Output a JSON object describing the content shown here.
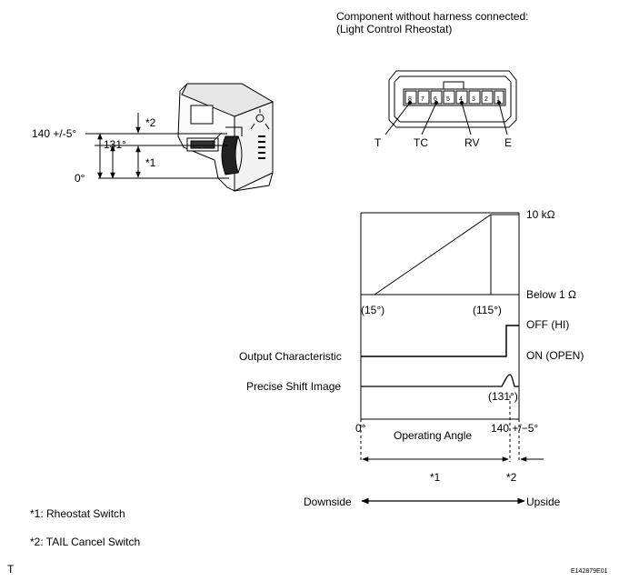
{
  "component": {
    "header_line1": "Component without harness connected:",
    "header_line2": "(Light Control Rheostat)",
    "pins": [
      "8",
      "7",
      "6",
      "5",
      "4",
      "3",
      "2",
      "1"
    ],
    "terminals": [
      "T",
      "TC",
      "RV",
      "E"
    ]
  },
  "switch_view": {
    "angle_max": "140 +/-5°",
    "angle_mid": "131°",
    "angle_zero": "0°",
    "mark1": "*1",
    "mark2": "*2"
  },
  "graph": {
    "y_top": "10 kΩ",
    "y_bottom": "Below 1 Ω",
    "pt_start": "(15°)",
    "pt_end": "(115°)",
    "state_off": "OFF (HI)",
    "state_on": "ON (OPEN)",
    "row_output": "Output Characteristic",
    "row_shift": "Precise Shift Image",
    "pt_shift": "(131°)",
    "axis_zero": "0°",
    "axis_max": "140 +/−5°",
    "axis_title": "Operating Angle",
    "mark1": "*1",
    "mark2": "*2",
    "downside": "Downside",
    "upside": "Upside"
  },
  "legend": {
    "item1": "*1: Rheostat Switch",
    "item2": "*2: TAIL Cancel Switch"
  },
  "footer": {
    "left": "T",
    "code": "E142879E01"
  }
}
